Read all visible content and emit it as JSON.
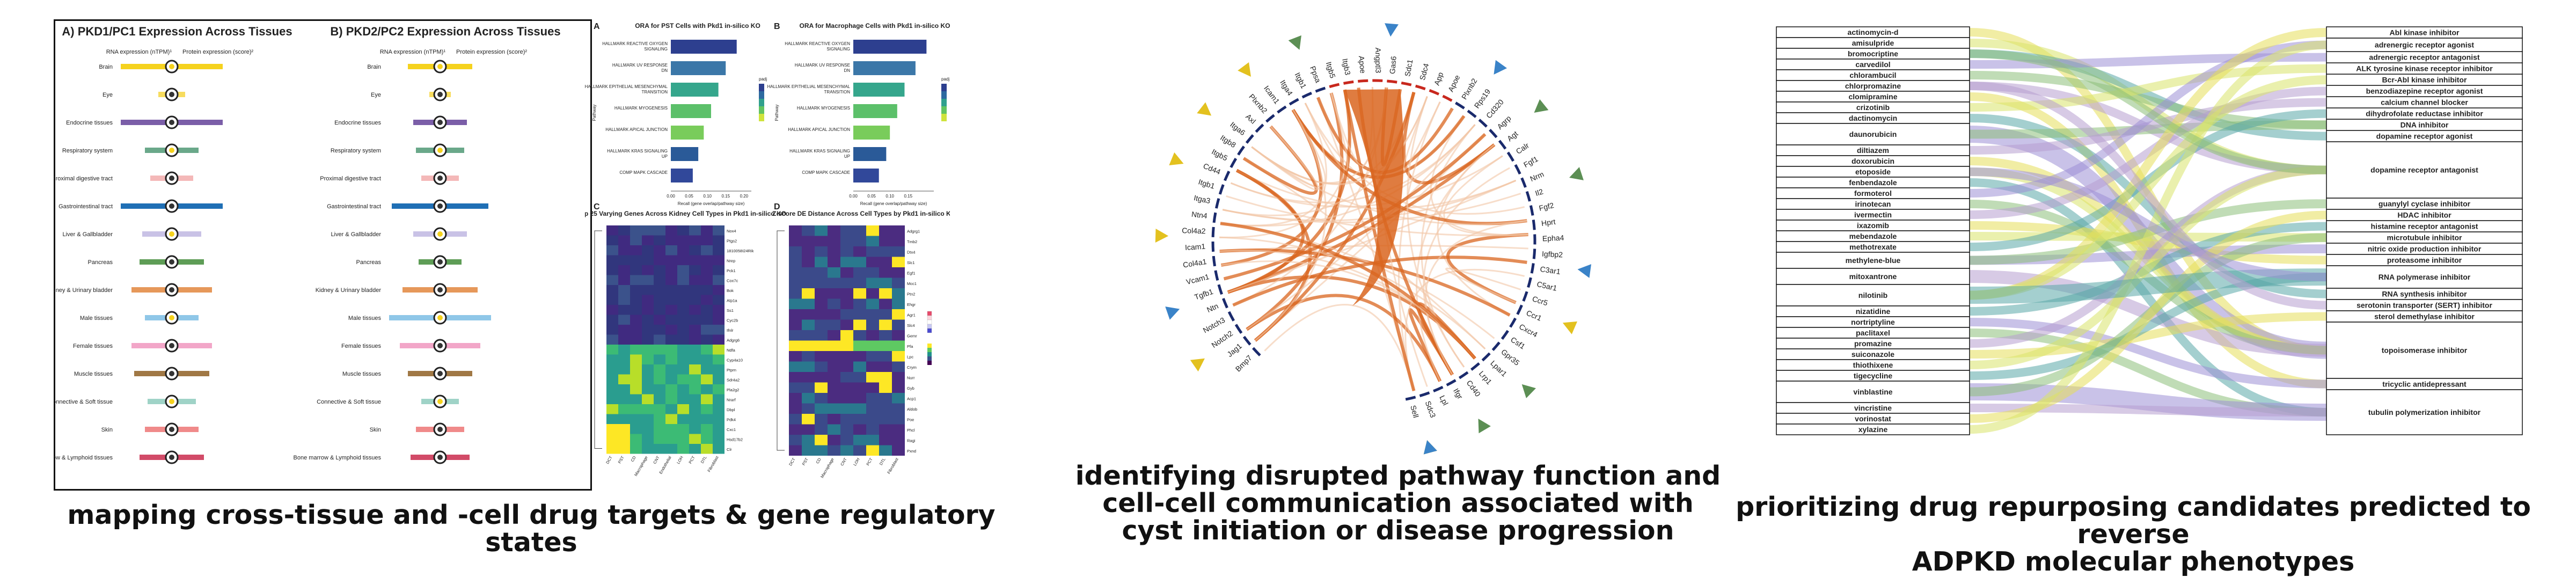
{
  "captions": {
    "panel1": "mapping cross-tissue and -cell drug targets & gene regulatory states",
    "panel2_line1": "identifying disrupted pathway function and",
    "panel2_line2": "cell-cell communication associated with",
    "panel2_line3": "cyst initiation or disease progression",
    "panel3_line1": "prioritizing drug repurposing candidates predicted to reverse",
    "panel3_line2": "ADPKD molecular phenotypes"
  },
  "expression": {
    "titleA": "A) PKD1/PC1 Expression Across Tissues",
    "titleB": "B) PKD2/PC2 Expression Across Tissues",
    "rna_label": "RNA expression (nTPM)¹",
    "protein_label": "Protein expression (score)²",
    "tissues": [
      "Brain",
      "Eye",
      "Endocrine tissues",
      "Respiratory system",
      "Proximal digestive tract",
      "Gastrointestinal tract",
      "Liver & Gallbladder",
      "Pancreas",
      "Kidney & Urinary bladder",
      "Male tissues",
      "Female tissues",
      "Muscle tissues",
      "Connective & Soft tissue",
      "Skin",
      "Bone marrow & Lymphoid tissues"
    ],
    "bar_colors": [
      "#f5d21e",
      "#f7dc5e",
      "#7b5ea8",
      "#6aa88a",
      "#f4b8b8",
      "#1f6fb5",
      "#c9c2e6",
      "#5e9d56",
      "#e6985a",
      "#8fc7e8",
      "#f2a6c8",
      "#a07845",
      "#9fd3c7",
      "#f08a8a",
      "#d24b68"
    ]
  },
  "ora": {
    "labelA": "A",
    "labelB": "B",
    "titleA": "ORA for PST Cells with Pkd1 in-silico KO",
    "titleB": "ORA for Macrophage Cells with Pkd1 in-silico KO",
    "yaxis": "Pathway",
    "xaxis": "Recall (gene overlap/pathway size)",
    "legend": "padj",
    "termsA": [
      "HALLMARK REACTIVE OXYGEN SIGNALING",
      "HALLMARK UV RESPONSE DN",
      "HALLMARK EPITHELIAL MESENCHYMAL TRANSITION",
      "HALLMARK MYOGENESIS",
      "HALLMARK APICAL JUNCTION",
      "HALLMARK KRAS SIGNALING UP",
      "COMP MAPK CASCADE"
    ],
    "valuesA": [
      0.18,
      0.15,
      0.13,
      0.11,
      0.09,
      0.075,
      0.06
    ],
    "termsB": [
      "HALLMARK REACTIVE OXYGEN SIGNALING",
      "HALLMARK UV RESPONSE DN",
      "HALLMARK EPITHELIAL MESENCHYMAL TRANSITION",
      "HALLMARK MYOGENESIS",
      "HALLMARK APICAL JUNCTION",
      "HALLMARK KRAS SIGNALING UP",
      "COMP MAPK CASCADE"
    ],
    "valuesB": [
      0.2,
      0.17,
      0.14,
      0.12,
      0.1,
      0.09,
      0.07
    ],
    "ticksA": [
      "0.00",
      "0.05",
      "0.10",
      "0.15",
      "0.20"
    ],
    "ticksB": [
      "0.00",
      "0.05",
      "0.10",
      "0.15"
    ]
  },
  "heatmaps": {
    "labelC": "C",
    "labelD": "D",
    "titleC": "Top 25 Varying Genes Across Kidney Cell Types in Pkd1 in-silico KO",
    "titleD": "Z-score DE Distance Across Cell Types by Pkd1 in-silico KO",
    "genesC": [
      "Nox4",
      "Ptgs2",
      "1810058I24Rik",
      "Nrep",
      "Pck1",
      "Cox7c",
      "Bok",
      "Atp1a",
      "Ss1",
      "Cyc2b",
      "Ifnlr",
      "Adgrg6",
      "Ndfa",
      "Cyp4a10",
      "Ptprn",
      "Sdr4a2",
      "Pla2g2",
      "Nrarf",
      "Dbpl",
      "Pdk4",
      "Cxc1",
      "Hsd17b2",
      "Clr"
    ],
    "genesD": [
      "Adgrg1",
      "Tmb2",
      "Dtx4",
      "Slc1",
      "Egf1",
      "Mcc1",
      "Ptn2",
      "Ehgr",
      "Agr1",
      "Slc4",
      "Gemr",
      "Pfa",
      "Lpc",
      "Crym",
      "Nurr",
      "Gyb",
      "Acp1",
      "Aldob",
      "Poe",
      "Phcl",
      "Ragi",
      "Pxnd"
    ],
    "cellsC": [
      "DCT",
      "PST",
      "CD",
      "Macrophage",
      "CNT",
      "Endothelial",
      "LOH",
      "PCT",
      "DTL",
      "Fibroblast"
    ],
    "cellsD": [
      "DCT",
      "PST",
      "CD",
      "Macrophage",
      "CNT",
      "LOH",
      "PCT",
      "DTL",
      "Fibroblast"
    ]
  },
  "chord": {
    "genes": [
      "Bmp7",
      "Jag1",
      "Notch2",
      "Notch3",
      "Ntn",
      "Tgfb1",
      "Vcam1",
      "Col4a1",
      "Icam1",
      "Col4a2",
      "Ntn4",
      "Itga3",
      "Itgb1",
      "Cd44",
      "Itgb5",
      "Itgb8",
      "Itga6",
      "Axl",
      "Plxnb2",
      "Icam1",
      "Itga4",
      "Itgb1",
      "Ppsa",
      "Itgb5",
      "Itgb3",
      "Apoe",
      "Angptl3",
      "Gas6",
      "Sdc1",
      "Sdc4",
      "App",
      "Apoe",
      "Plxnb2",
      "Rps19",
      "Cd320",
      "Agrp",
      "Agt",
      "Calr",
      "Fgf1",
      "Nrm",
      "Il2",
      "Fgf2",
      "Hprt",
      "Epha4",
      "Igfbp2",
      "C3ar1",
      "C5ar1",
      "Ccr5",
      "Ccr1",
      "Cxcr4",
      "Csf1",
      "Gpr35",
      "Lpar1",
      "Lrp1",
      "Cd40",
      "Ifgr",
      "Lpl",
      "Sdc3",
      "Sell"
    ],
    "colors": {
      "main": "#d9651f",
      "light": "#f2c7a6",
      "line": "#1a2a6c",
      "arrowBlue": "#3a83c8",
      "arrowYellow": "#e3c11f",
      "arrowGreen": "#5c8f54"
    }
  },
  "alluvial": {
    "drugs": [
      "actinomycin-d",
      "amisulpride",
      "bromocriptine",
      "carvedilol",
      "chlorambucil",
      "chlorpromazine",
      "clomipramine",
      "crizotinib",
      "dactinomycin",
      "daunorubicin",
      "diltiazem",
      "doxorubicin",
      "etoposide",
      "fenbendazole",
      "formoterol",
      "irinotecan",
      "ivermectin",
      "ixazomib",
      "mebendazole",
      "methotrexate",
      "methylene-blue",
      "mitoxantrone",
      "nilotinib",
      "nizatidine",
      "nortriptyline",
      "paclitaxel",
      "promazine",
      "suiconazole",
      "thiothixene",
      "tigecycline",
      "vinblastine",
      "vincristine",
      "vorinostat",
      "xylazine"
    ],
    "drug_weights": [
      1,
      1,
      1,
      1,
      1,
      1,
      1,
      1,
      1,
      2,
      1,
      1,
      1,
      1,
      1,
      1,
      1,
      1,
      1,
      1,
      1.5,
      1.5,
      2,
      1,
      1,
      1,
      1,
      1,
      1,
      1,
      2,
      1,
      1,
      1
    ],
    "moas": [
      "Abl kinase inhibitor",
      "adrenergic receptor agonist",
      "adrenergic receptor antagonist",
      "ALK tyrosine kinase receptor inhibitor",
      "Bcr-Abl kinase inhibitor",
      "benzodiazepine receptor agonist",
      "calcium channel blocker",
      "dihydrofolate reductase inhibitor",
      "DNA inhibitor",
      "dopamine receptor agonist",
      "dopamine receptor antagonist",
      "guanylyl cyclase inhibitor",
      "HDAC inhibitor",
      "histamine receptor antagonist",
      "microtubule inhibitor",
      "nitric oxide production inhibitor",
      "proteasome inhibitor",
      "RNA polymerase inhibitor",
      "RNA synthesis inhibitor",
      "serotonin transporter (SERT) inhibitor",
      "sterol demethylase inhibitor",
      "topoisomerase inhibitor",
      "tricyclic antidepressant",
      "tubulin polymerization inhibitor"
    ],
    "moa_weights": [
      1,
      1.2,
      1,
      1,
      1,
      1,
      1,
      1,
      1,
      1,
      5,
      1,
      1,
      1,
      1,
      1,
      1,
      2,
      1,
      1,
      1,
      5,
      1,
      4
    ],
    "flow_colors": [
      "#e6df5a",
      "#d8e36a",
      "#5aa7a8",
      "#9d8fd6",
      "#8cc07a",
      "#b79ed0"
    ]
  }
}
